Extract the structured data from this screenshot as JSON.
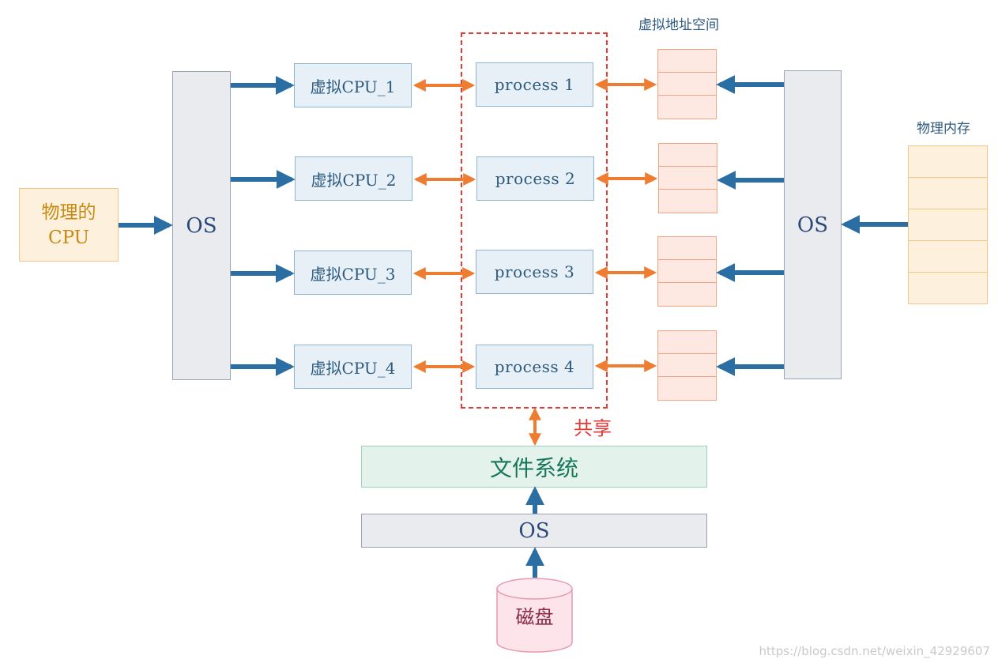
{
  "physical_cpu": {
    "line1": "物理的",
    "line2": "CPU"
  },
  "os_label": "OS",
  "vcpus": [
    "虚拟CPU_1",
    "虚拟CPU_2",
    "虚拟CPU_3",
    "虚拟CPU_4"
  ],
  "processes": [
    "process 1",
    "process 2",
    "process 3",
    "process 4"
  ],
  "virtual_address_space_label": "虚拟地址空间",
  "physical_memory_label": "物理内存",
  "share_label": "共享",
  "file_system_label": "文件系统",
  "disk_label": "磁盘",
  "watermark": "https://blog.csdn.net/weixin_42929607",
  "colors": {
    "blue_arrow": "#2a6ea3",
    "orange_arrow": "#ee7d31",
    "dashed_border": "#e53935"
  }
}
